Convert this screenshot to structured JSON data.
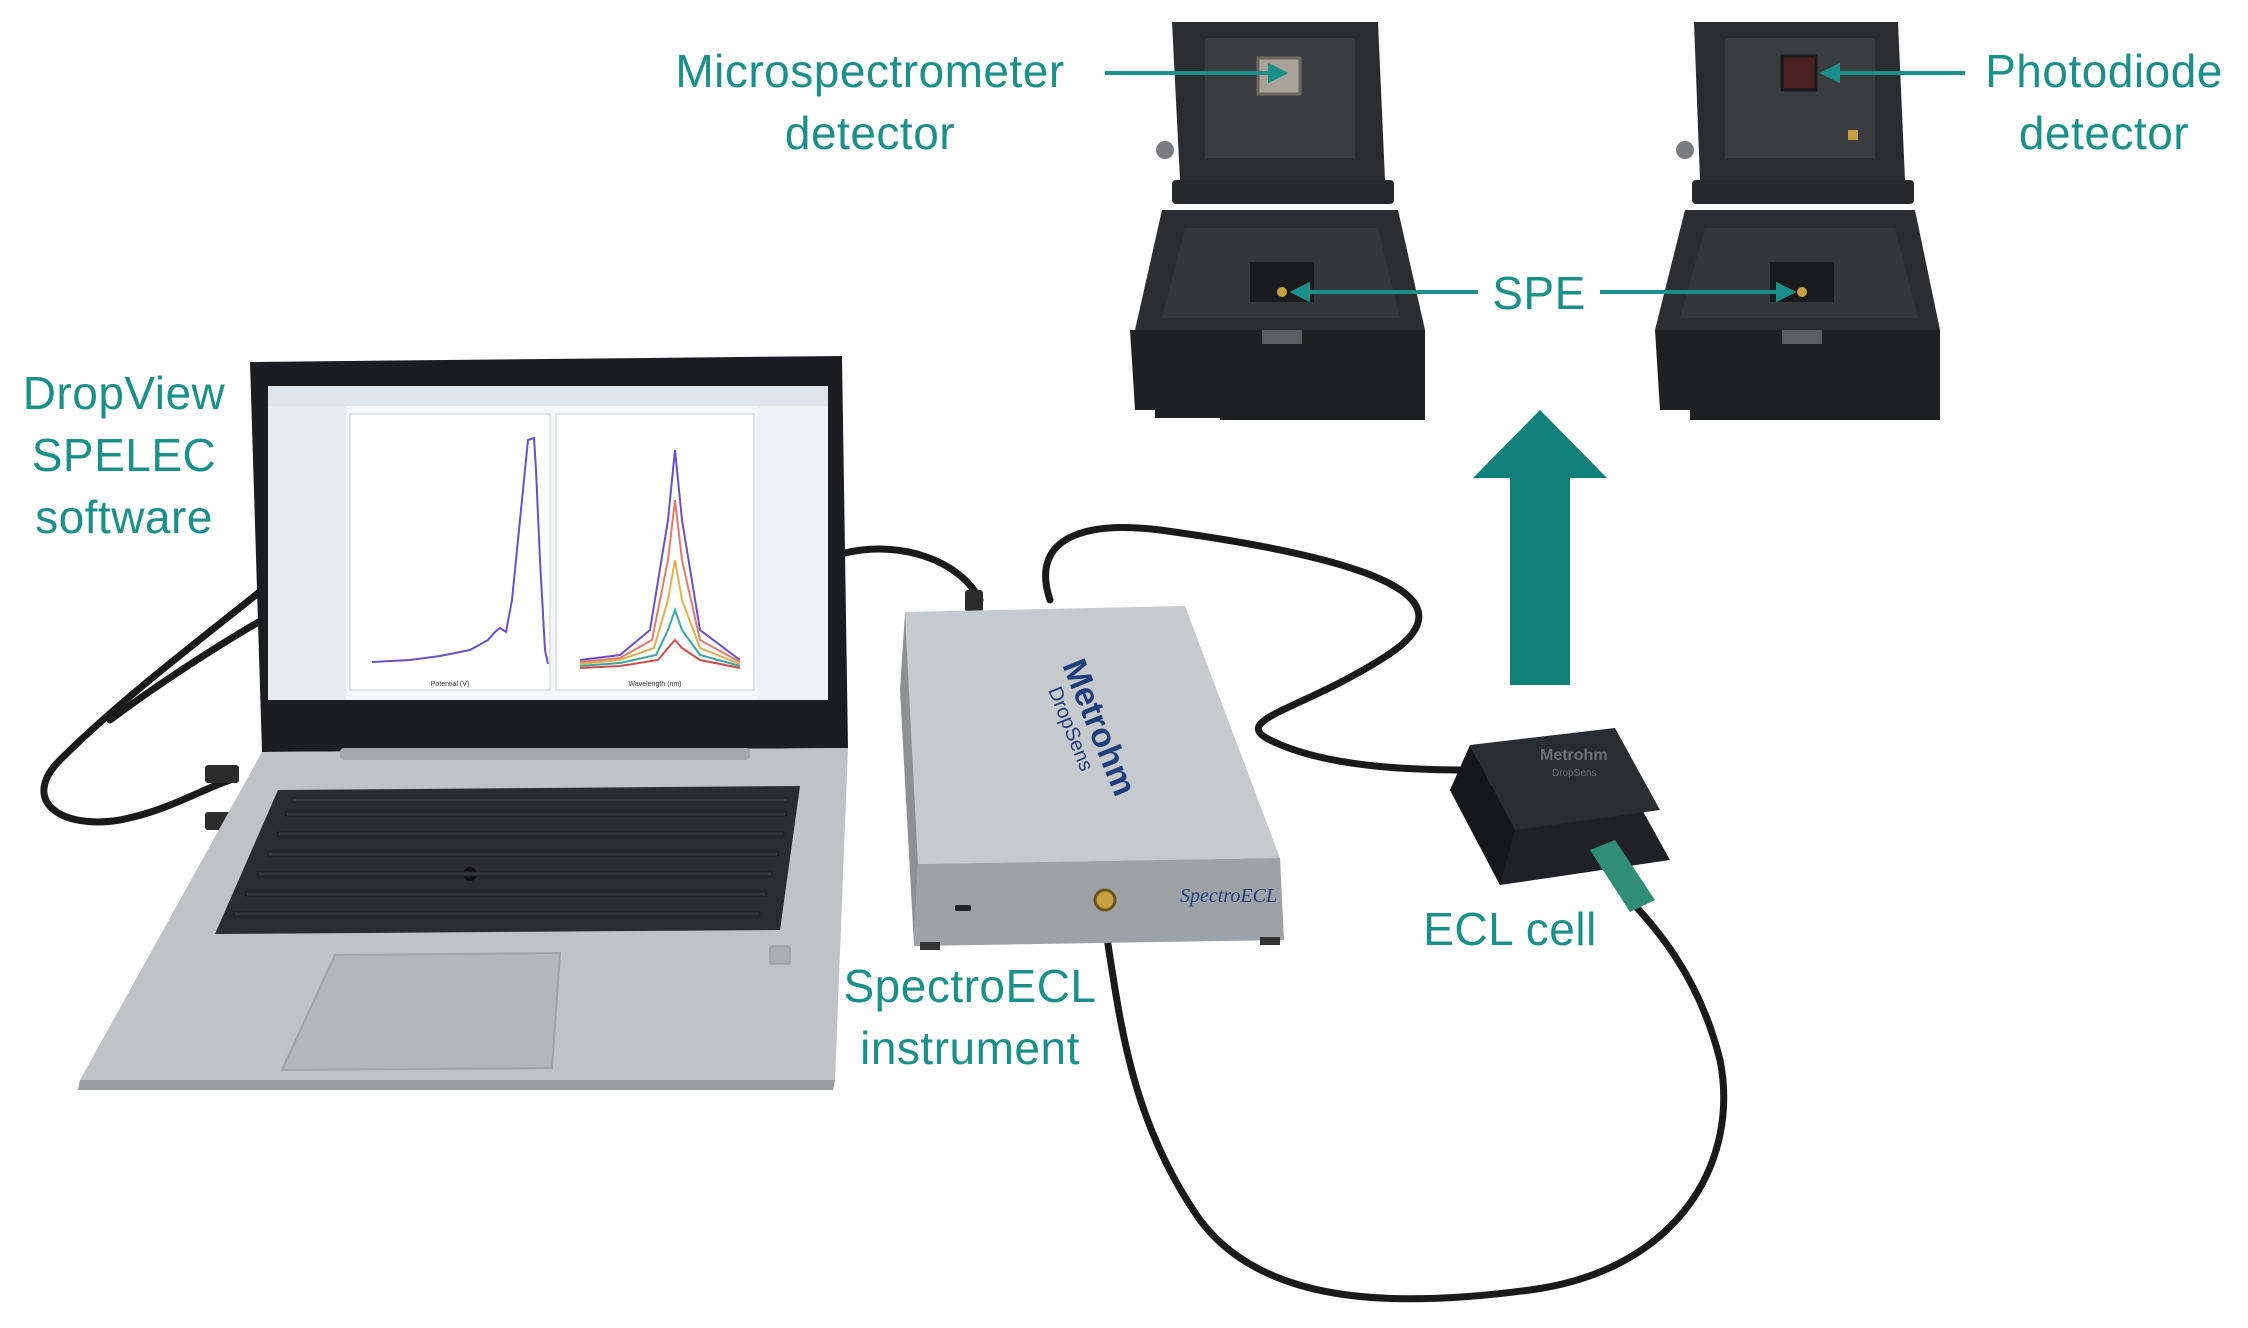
{
  "labels": {
    "microspectrometer": [
      "Microspectrometer",
      "detector"
    ],
    "photodiode": [
      "Photodiode",
      "detector"
    ],
    "spe": "SPE",
    "dropview": [
      "DropView",
      "SPELEC",
      "software"
    ],
    "spectroecl": [
      "SpectroECL",
      "instrument"
    ],
    "ecl_cell": "ECL cell"
  },
  "device_text": {
    "brand": "Metrohm",
    "sub_brand": "DropSens",
    "model": "SpectroECL",
    "cell_brand": "Metrohm",
    "cell_sub_brand": "DropSens"
  },
  "colors": {
    "accent": "#1b8f8a",
    "arrow": "#0f7f7a",
    "laptop_body": "#bfc2c6",
    "instrument_body": "#b9bcc0",
    "cell_body": "#2a2d30",
    "cable": "#1a1a1a"
  },
  "screen_panels": {
    "left_xlabel": "Potential (V)",
    "right_xlabel": "Wavelength (nm)"
  }
}
